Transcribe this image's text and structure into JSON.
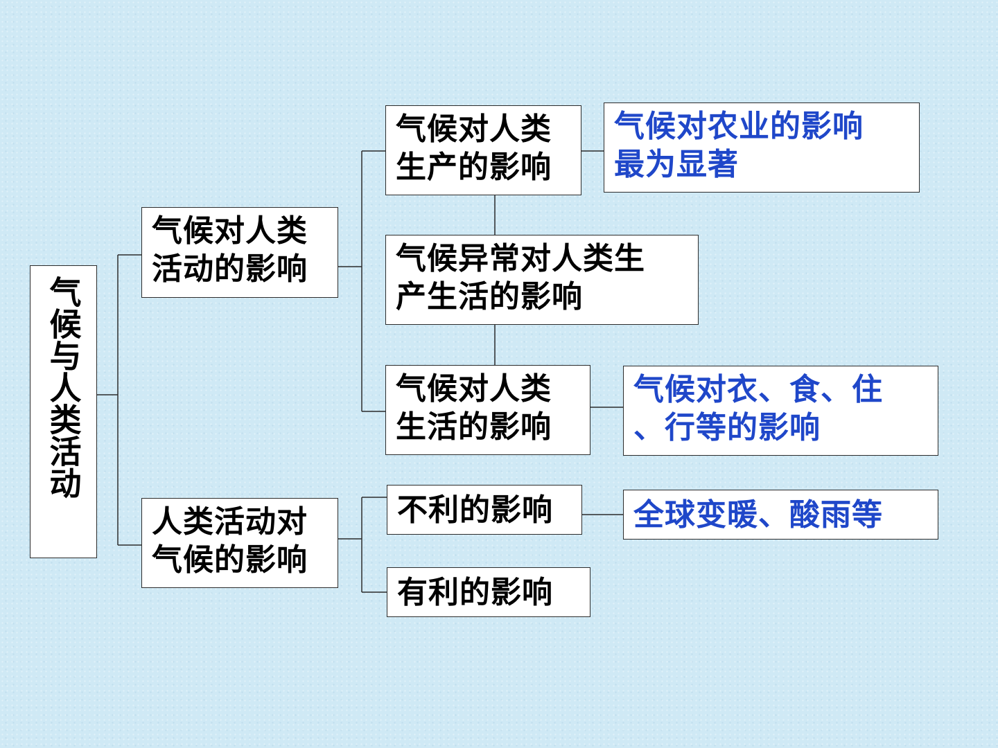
{
  "root": {
    "label": "气候与人类活动"
  },
  "branch_climate_on_humans": {
    "label": "气候对人类\n活动的影响",
    "children": {
      "production": {
        "label": "气候对人类\n生产的影响",
        "detail": "气候对农业的影响\n最为显著"
      },
      "anomaly": {
        "label": "气候异常对人类生\n产生活的影响"
      },
      "life": {
        "label": "气候对人类\n生活的影响",
        "detail": "气候对衣、食、住\n、行等的影响"
      }
    }
  },
  "branch_humans_on_climate": {
    "label": "人类活动对\n气候的影响",
    "children": {
      "negative": {
        "label": "不利的影响",
        "detail": "全球变暖、酸雨等"
      },
      "positive": {
        "label": "有利的影响"
      }
    }
  }
}
